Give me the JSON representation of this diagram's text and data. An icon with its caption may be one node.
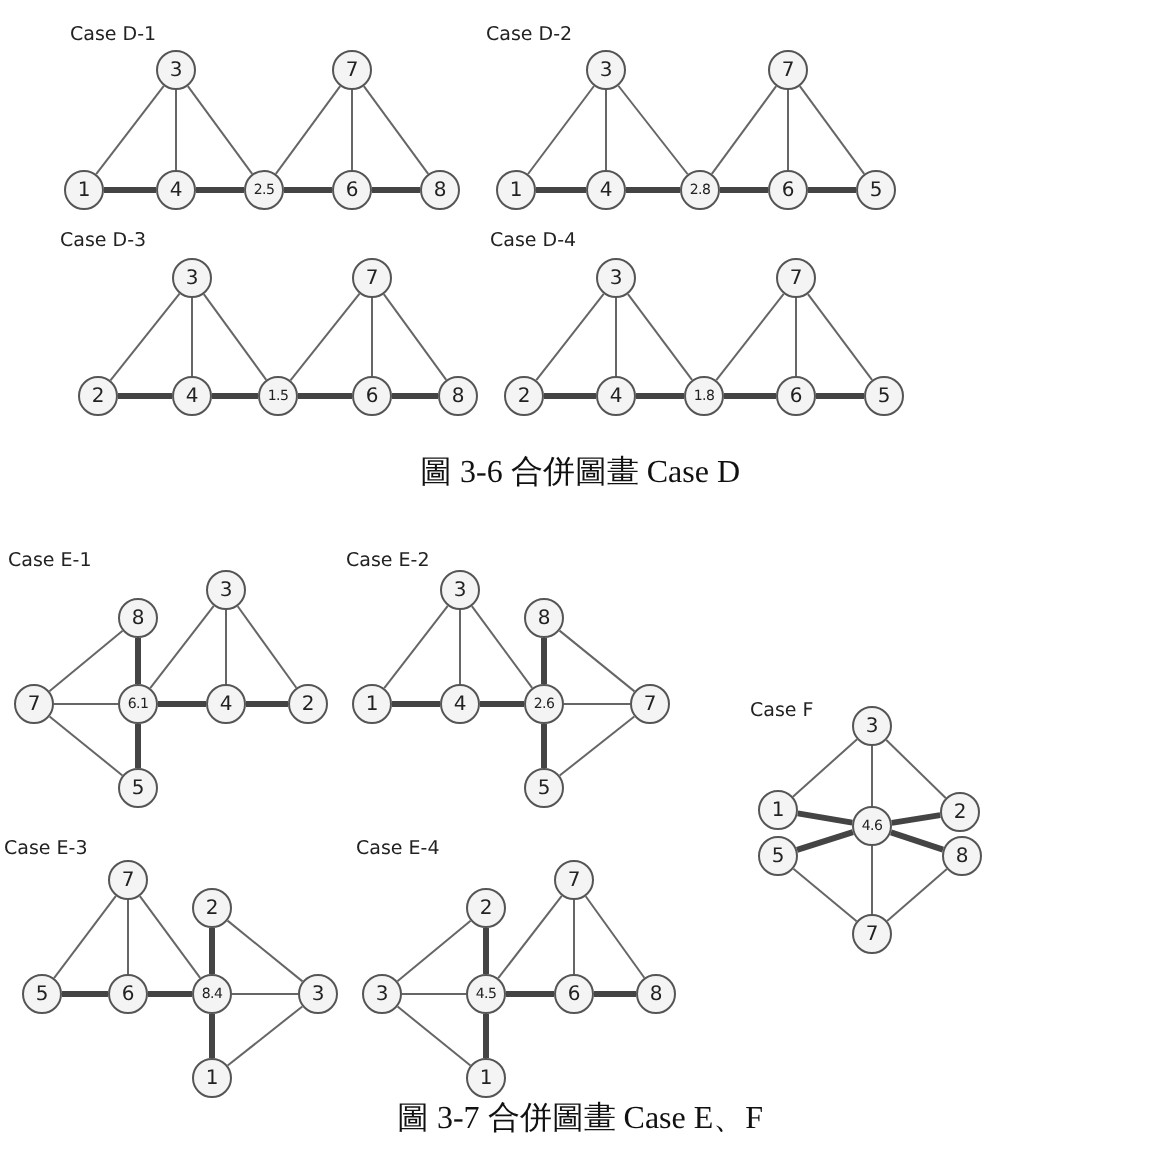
{
  "diagram": {
    "nodes": [
      {
        "text": [
          "3"
        ]
      },
      {
        "text": [
          "7"
        ]
      },
      {
        "text": [
          "1"
        ]
      },
      {
        "text": [
          "4"
        ]
      },
      {
        "text": [
          "2.5"
        ]
      },
      {
        "text": [
          "6"
        ]
      },
      {
        "text": [
          "8"
        ]
      },
      {
        "text": [
          "3"
        ]
      },
      {
        "text": [
          "7"
        ]
      },
      {
        "text": [
          "1"
        ]
      },
      {
        "text": [
          "4"
        ]
      },
      {
        "text": [
          "2.8"
        ]
      },
      {
        "text": [
          "6"
        ]
      },
      {
        "text": [
          "5"
        ]
      },
      {
        "text": [
          "3"
        ]
      },
      {
        "text": [
          "7"
        ]
      },
      {
        "text": [
          "2"
        ]
      },
      {
        "text": [
          "4"
        ]
      },
      {
        "text": [
          "1.5"
        ]
      },
      {
        "text": [
          "6"
        ]
      },
      {
        "text": [
          "8"
        ]
      },
      {
        "text": [
          "3"
        ]
      },
      {
        "text": [
          "7"
        ]
      },
      {
        "text": [
          "2"
        ]
      },
      {
        "text": [
          "4"
        ]
      },
      {
        "text": [
          "1.8"
        ]
      },
      {
        "text": [
          "6"
        ]
      },
      {
        "text": [
          "5"
        ]
      },
      {
        "text": [
          "3"
        ]
      },
      {
        "text": [
          "8"
        ]
      },
      {
        "text": [
          "7"
        ]
      },
      {
        "text": [
          "6.1"
        ]
      },
      {
        "text": [
          "4"
        ]
      },
      {
        "text": [
          "2"
        ]
      },
      {
        "text": [
          "5"
        ]
      },
      {
        "text": [
          "3"
        ]
      },
      {
        "text": [
          "8"
        ]
      },
      {
        "text": [
          "1"
        ]
      },
      {
        "text": [
          "4"
        ]
      },
      {
        "text": [
          "2.6"
        ]
      },
      {
        "text": [
          "7"
        ]
      },
      {
        "text": [
          "5"
        ]
      },
      {
        "text": [
          "3"
        ]
      },
      {
        "text": [
          "1"
        ]
      },
      {
        "text": [
          "2"
        ]
      },
      {
        "text": [
          "4.6"
        ]
      },
      {
        "text": [
          "5"
        ]
      },
      {
        "text": [
          "8"
        ]
      },
      {
        "text": [
          "7"
        ]
      },
      {
        "text": [
          "7"
        ]
      },
      {
        "text": [
          "2"
        ]
      },
      {
        "text": [
          "5"
        ]
      },
      {
        "text": [
          "6"
        ]
      },
      {
        "text": [
          "8.4"
        ]
      },
      {
        "text": [
          "3"
        ]
      },
      {
        "text": [
          "1"
        ]
      },
      {
        "text": [
          "7"
        ]
      },
      {
        "text": [
          "2"
        ]
      },
      {
        "text": [
          "3"
        ]
      },
      {
        "text": [
          "4.5"
        ]
      },
      {
        "text": [
          "6"
        ]
      },
      {
        "text": [
          "8"
        ]
      },
      {
        "text": [
          "1"
        ]
      }
    ],
    "edges": [
      {
        "from": 2,
        "to": 0,
        "arrow": "none"
      },
      {
        "from": 0,
        "to": 3,
        "arrow": "none"
      },
      {
        "from": 0,
        "to": 4,
        "arrow": "none"
      },
      {
        "from": 1,
        "to": 4,
        "arrow": "none"
      },
      {
        "from": 1,
        "to": 5,
        "arrow": "none"
      },
      {
        "from": 1,
        "to": 6,
        "arrow": "none"
      },
      {
        "from": 2,
        "to": 3,
        "arrow": "none",
        "style": "thick"
      },
      {
        "from": 3,
        "to": 4,
        "arrow": "none",
        "style": "thick"
      },
      {
        "from": 4,
        "to": 5,
        "arrow": "none",
        "style": "thick"
      },
      {
        "from": 5,
        "to": 6,
        "arrow": "none",
        "style": "thick"
      },
      {
        "from": 9,
        "to": 7,
        "arrow": "none"
      },
      {
        "from": 7,
        "to": 10,
        "arrow": "none"
      },
      {
        "from": 7,
        "to": 11,
        "arrow": "none"
      },
      {
        "from": 8,
        "to": 11,
        "arrow": "none"
      },
      {
        "from": 8,
        "to": 12,
        "arrow": "none"
      },
      {
        "from": 8,
        "to": 13,
        "arrow": "none"
      },
      {
        "from": 9,
        "to": 10,
        "arrow": "none",
        "style": "thick"
      },
      {
        "from": 10,
        "to": 11,
        "arrow": "none",
        "style": "thick"
      },
      {
        "from": 11,
        "to": 12,
        "arrow": "none",
        "style": "thick"
      },
      {
        "from": 12,
        "to": 13,
        "arrow": "none",
        "style": "thick"
      },
      {
        "from": 16,
        "to": 14,
        "arrow": "none"
      },
      {
        "from": 14,
        "to": 17,
        "arrow": "none"
      },
      {
        "from": 14,
        "to": 18,
        "arrow": "none"
      },
      {
        "from": 15,
        "to": 18,
        "arrow": "none"
      },
      {
        "from": 15,
        "to": 19,
        "arrow": "none"
      },
      {
        "from": 15,
        "to": 20,
        "arrow": "none"
      },
      {
        "from": 16,
        "to": 17,
        "arrow": "none",
        "style": "thick"
      },
      {
        "from": 17,
        "to": 18,
        "arrow": "none",
        "style": "thick"
      },
      {
        "from": 18,
        "to": 19,
        "arrow": "none",
        "style": "thick"
      },
      {
        "from": 19,
        "to": 20,
        "arrow": "none",
        "style": "thick"
      },
      {
        "from": 23,
        "to": 21,
        "arrow": "none"
      },
      {
        "from": 21,
        "to": 24,
        "arrow": "none"
      },
      {
        "from": 21,
        "to": 25,
        "arrow": "none"
      },
      {
        "from": 22,
        "to": 25,
        "arrow": "none"
      },
      {
        "from": 22,
        "to": 26,
        "arrow": "none"
      },
      {
        "from": 22,
        "to": 27,
        "arrow": "none"
      },
      {
        "from": 23,
        "to": 24,
        "arrow": "none",
        "style": "thick"
      },
      {
        "from": 24,
        "to": 25,
        "arrow": "none",
        "style": "thick"
      },
      {
        "from": 25,
        "to": 26,
        "arrow": "none",
        "style": "thick"
      },
      {
        "from": 26,
        "to": 27,
        "arrow": "none",
        "style": "thick"
      },
      {
        "from": 30,
        "to": 29,
        "arrow": "none"
      },
      {
        "from": 30,
        "to": 31,
        "arrow": "none"
      },
      {
        "from": 30,
        "to": 34,
        "arrow": "none"
      },
      {
        "from": 28,
        "to": 31,
        "arrow": "none"
      },
      {
        "from": 28,
        "to": 32,
        "arrow": "none"
      },
      {
        "from": 28,
        "to": 33,
        "arrow": "none"
      },
      {
        "from": 29,
        "to": 31,
        "arrow": "none",
        "style": "thick"
      },
      {
        "from": 31,
        "to": 34,
        "arrow": "none",
        "style": "thick"
      },
      {
        "from": 31,
        "to": 32,
        "arrow": "none",
        "style": "thick"
      },
      {
        "from": 32,
        "to": 33,
        "arrow": "none",
        "style": "thick"
      },
      {
        "from": 37,
        "to": 35,
        "arrow": "none"
      },
      {
        "from": 35,
        "to": 38,
        "arrow": "none"
      },
      {
        "from": 35,
        "to": 39,
        "arrow": "none"
      },
      {
        "from": 36,
        "to": 40,
        "arrow": "none"
      },
      {
        "from": 39,
        "to": 40,
        "arrow": "none"
      },
      {
        "from": 40,
        "to": 41,
        "arrow": "none"
      },
      {
        "from": 36,
        "to": 39,
        "arrow": "none",
        "style": "thick"
      },
      {
        "from": 39,
        "to": 41,
        "arrow": "none",
        "style": "thick"
      },
      {
        "from": 37,
        "to": 38,
        "arrow": "none",
        "style": "thick"
      },
      {
        "from": 38,
        "to": 39,
        "arrow": "none",
        "style": "thick"
      },
      {
        "from": 42,
        "to": 43,
        "arrow": "none"
      },
      {
        "from": 42,
        "to": 45,
        "arrow": "none"
      },
      {
        "from": 42,
        "to": 44,
        "arrow": "none"
      },
      {
        "from": 45,
        "to": 48,
        "arrow": "none"
      },
      {
        "from": 46,
        "to": 48,
        "arrow": "none"
      },
      {
        "from": 47,
        "to": 48,
        "arrow": "none"
      },
      {
        "from": 43,
        "to": 45,
        "arrow": "none",
        "style": "thick"
      },
      {
        "from": 46,
        "to": 45,
        "arrow": "none",
        "style": "thick"
      },
      {
        "from": 44,
        "to": 45,
        "arrow": "none",
        "style": "thick"
      },
      {
        "from": 47,
        "to": 45,
        "arrow": "none",
        "style": "thick"
      },
      {
        "from": 51,
        "to": 49,
        "arrow": "none"
      },
      {
        "from": 49,
        "to": 52,
        "arrow": "none"
      },
      {
        "from": 49,
        "to": 53,
        "arrow": "none"
      },
      {
        "from": 50,
        "to": 54,
        "arrow": "none"
      },
      {
        "from": 53,
        "to": 54,
        "arrow": "none"
      },
      {
        "from": 55,
        "to": 54,
        "arrow": "none"
      },
      {
        "from": 51,
        "to": 52,
        "arrow": "none",
        "style": "thick"
      },
      {
        "from": 52,
        "to": 53,
        "arrow": "none",
        "style": "thick"
      },
      {
        "from": 50,
        "to": 53,
        "arrow": "none",
        "style": "thick"
      },
      {
        "from": 53,
        "to": 55,
        "arrow": "none",
        "style": "thick"
      },
      {
        "from": 58,
        "to": 57,
        "arrow": "none"
      },
      {
        "from": 58,
        "to": 59,
        "arrow": "none"
      },
      {
        "from": 58,
        "to": 62,
        "arrow": "none"
      },
      {
        "from": 56,
        "to": 59,
        "arrow": "none"
      },
      {
        "from": 56,
        "to": 60,
        "arrow": "none"
      },
      {
        "from": 56,
        "to": 61,
        "arrow": "none"
      },
      {
        "from": 57,
        "to": 59,
        "arrow": "none",
        "style": "thick"
      },
      {
        "from": 59,
        "to": 62,
        "arrow": "none",
        "style": "thick"
      },
      {
        "from": 59,
        "to": 60,
        "arrow": "none",
        "style": "thick"
      },
      {
        "from": 60,
        "to": 61,
        "arrow": "none",
        "style": "thick"
      }
    ],
    "labels": [
      "Case D-1",
      "Case D-2",
      "Case D-3",
      "Case D-4",
      "圖 3-6 合併圖畫 Case D",
      "Case E-1",
      "Case E-2",
      "Case F",
      "Case E-3",
      "Case E-4",
      "圖 3-7 合併圖畫 Case E、F"
    ]
  }
}
